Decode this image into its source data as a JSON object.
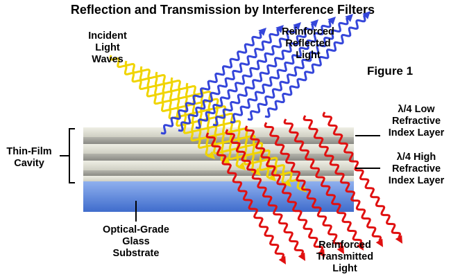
{
  "title": "Reflection and Transmission by Interference Filters",
  "figure_label": "Figure 1",
  "labels": {
    "incident": [
      "Incident",
      "Light",
      "Waves"
    ],
    "reflected": [
      "Reinforced",
      "Reflected",
      "Light"
    ],
    "transmitted": [
      "Reinforced",
      "Transmitted",
      "Light"
    ],
    "low_layer": [
      "λ/4 Low",
      "Refractive",
      "Index Layer"
    ],
    "high_layer": [
      "λ/4 High",
      "Refractive",
      "Index Layer"
    ],
    "cavity": [
      "Thin-Film",
      "Cavity"
    ],
    "substrate": [
      "Optical-Grade",
      "Glass",
      "Substrate"
    ]
  },
  "colors": {
    "incident": "#f0d400",
    "reflected": "#2a3cd8",
    "transmitted": "#e01010",
    "glass": "#4f7fd6",
    "layer_light": "#dcdccf",
    "layer_dark": "#9a9a92"
  }
}
